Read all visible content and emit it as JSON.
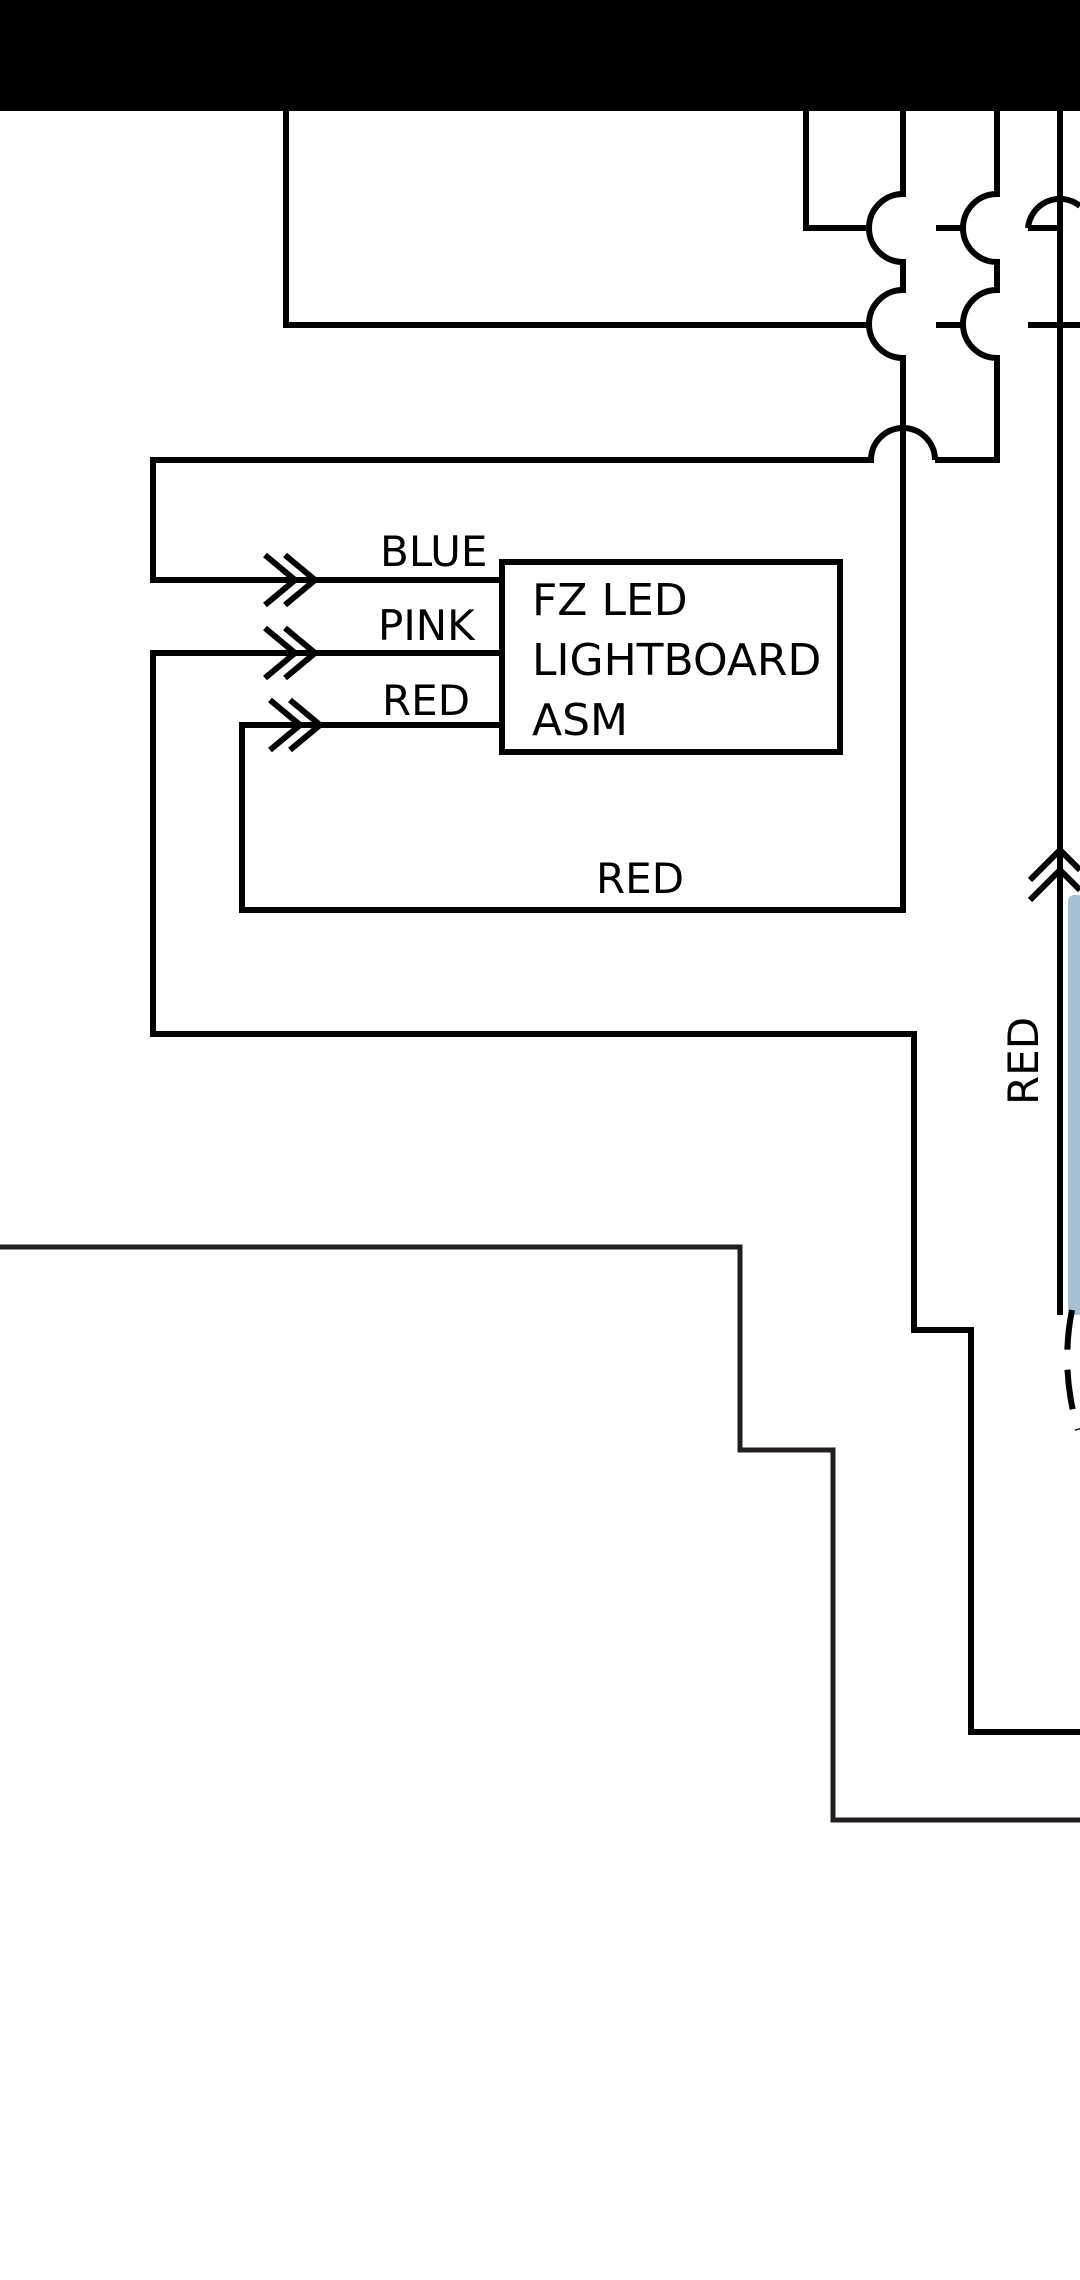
{
  "diagram": {
    "component": {
      "lines": [
        "FZ LED",
        "LIGHTBOARD",
        "ASM"
      ]
    },
    "wire_labels": {
      "blue": "BLUE",
      "pink": "PINK",
      "red_connector": "RED",
      "red_loop": "RED",
      "red_vertical": "RED"
    },
    "colors": {
      "status_bar": "#000000",
      "wire": "#000000",
      "highlight": "#a9c0d2",
      "background": "#ffffff"
    }
  }
}
